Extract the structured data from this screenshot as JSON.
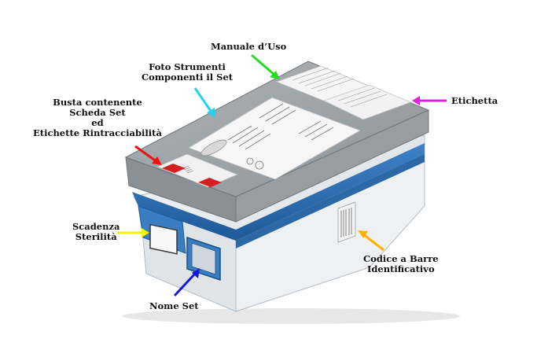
{
  "labels": {
    "manuale": {
      "lines": [
        "Manuale d’Uso"
      ]
    },
    "foto": {
      "lines": [
        "Foto Strumenti",
        "Componenti il Set"
      ]
    },
    "busta": {
      "lines": [
        "Busta contenente",
        "Scheda Set",
        "ed",
        "Etichette Rintracciabilità"
      ]
    },
    "etichetta": {
      "lines": [
        "Etichetta"
      ]
    },
    "scadenza": {
      "lines": [
        "Scadenza",
        "Sterilità"
      ]
    },
    "codice": {
      "lines": [
        "Codice a Barre",
        "Identificativo"
      ]
    },
    "nome": {
      "lines": [
        "Nome Set"
      ]
    }
  },
  "arrows": {
    "manuale": {
      "color": "#22dd22"
    },
    "foto": {
      "color": "#22d3ee"
    },
    "busta": {
      "color": "#ee1111"
    },
    "etichetta": {
      "color": "#e020e0"
    },
    "scadenza": {
      "color": "#f5f500"
    },
    "codice": {
      "color": "#ffb000"
    },
    "nome": {
      "color": "#1818d8"
    }
  },
  "colors": {
    "lid": "#9aa1a6",
    "lid_dark": "#7d858a",
    "blue_band": "#2f6fb0",
    "base": "#e6eaee"
  }
}
